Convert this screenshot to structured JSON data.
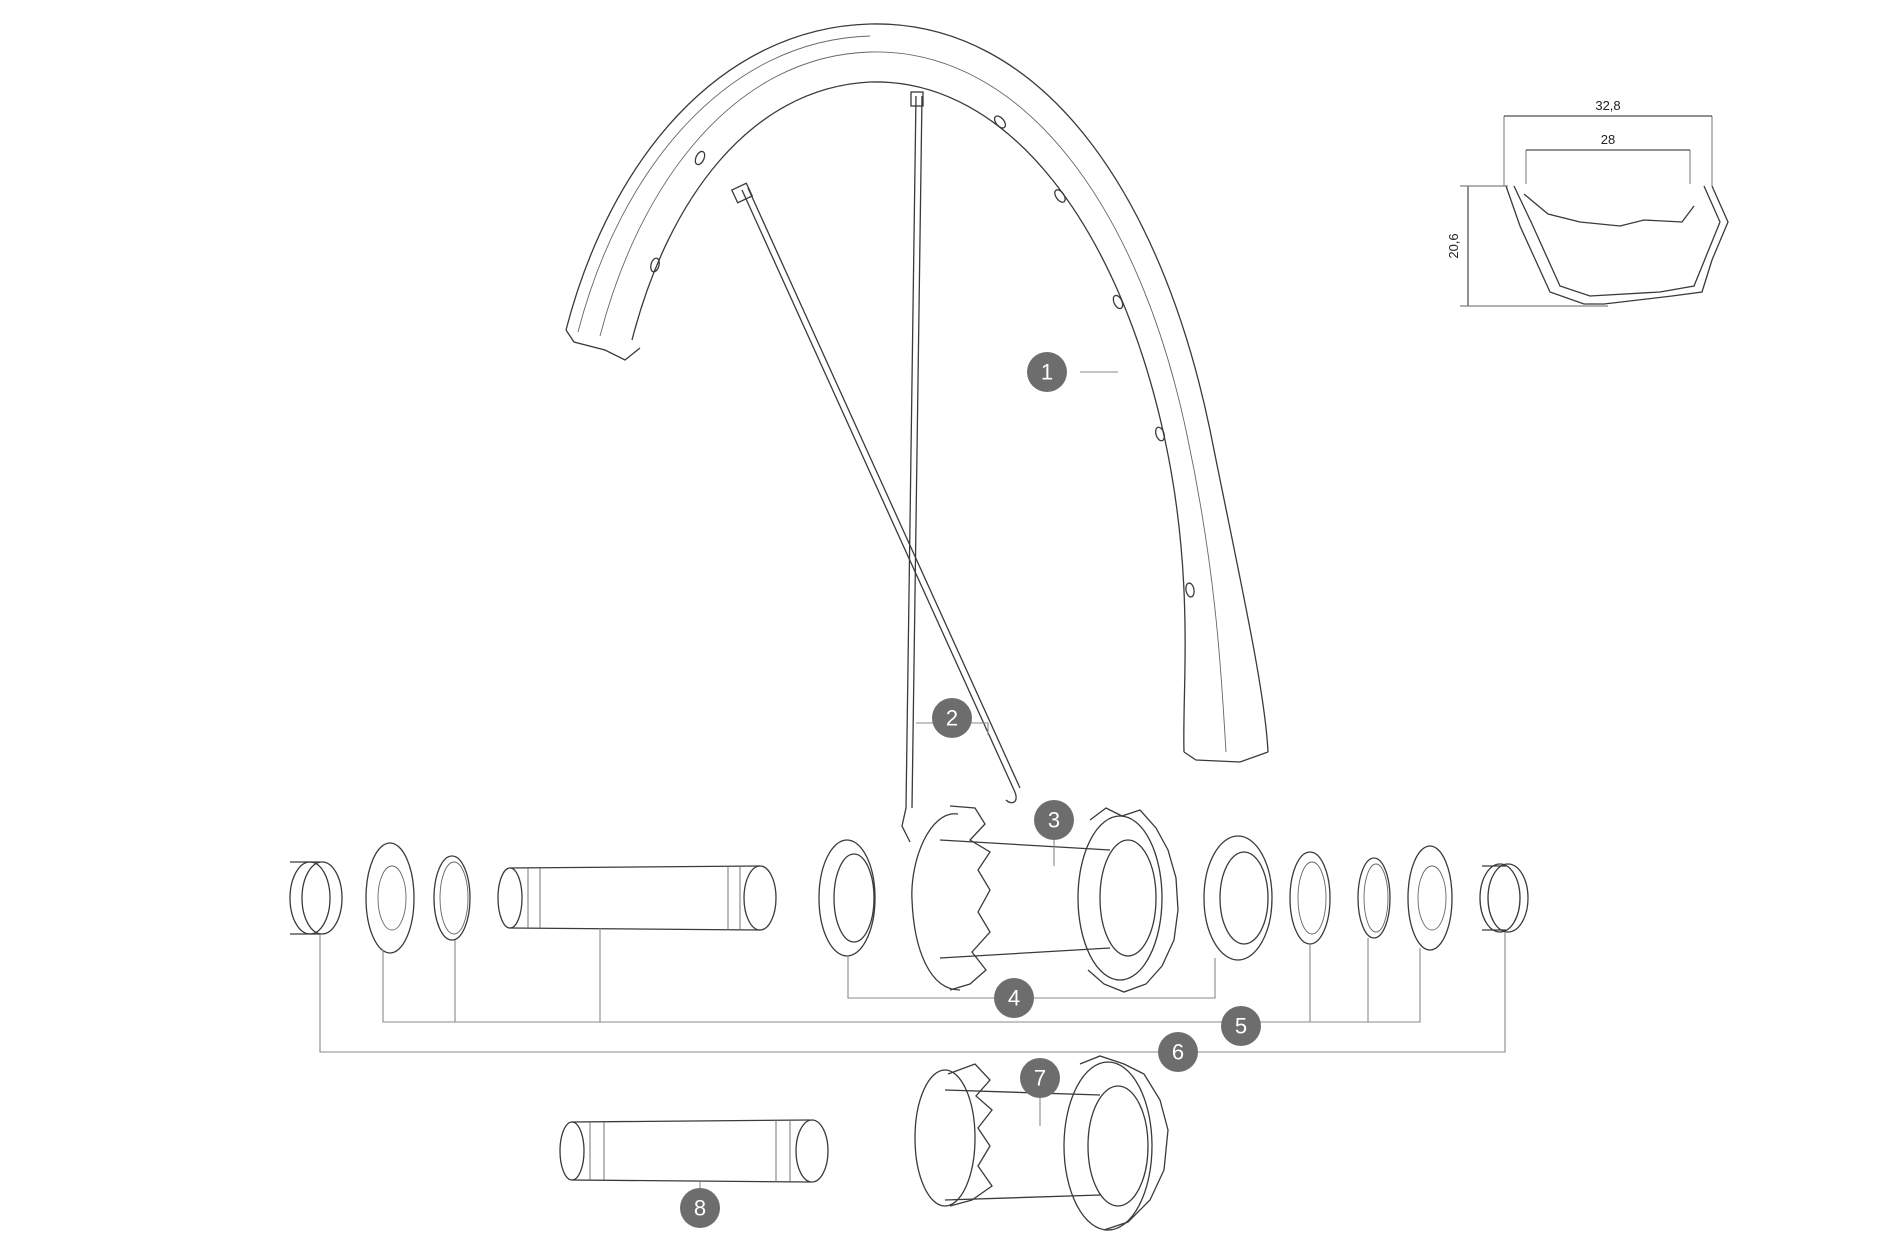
{
  "badge_color": "#6d6d6d",
  "callouts": [
    {
      "number": "1"
    },
    {
      "number": "2"
    },
    {
      "number": "3"
    },
    {
      "number": "4"
    },
    {
      "number": "5"
    },
    {
      "number": "6"
    },
    {
      "number": "7"
    },
    {
      "number": "8"
    }
  ],
  "rim_profile": {
    "outer_width": "32,8",
    "inner_width": "28",
    "height": "20,6"
  }
}
